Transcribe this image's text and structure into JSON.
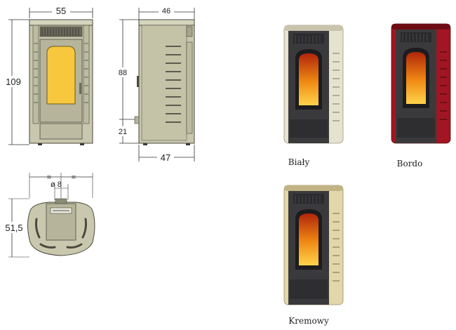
{
  "front_view": {
    "width_label": "55",
    "height_label": "109"
  },
  "side_view": {
    "depth_top_label": "46",
    "height_label": "88",
    "base_height_label": "21",
    "depth_bottom_label": "47"
  },
  "top_view": {
    "depth_label": "51,5",
    "pipe_label": "ø 8",
    "equal_left": "=",
    "equal_right": "="
  },
  "variants": [
    {
      "label": "Biały",
      "body_color": "#e6e2d0",
      "edge_color": "#c9c4ad"
    },
    {
      "label": "Bordo",
      "body_color": "#a11622",
      "edge_color": "#6e0c14"
    },
    {
      "label": "Kremowy",
      "body_color": "#e2d6ab",
      "edge_color": "#c2b385"
    }
  ],
  "colors": {
    "drawing_fill": "#c9c8ae",
    "drawing_stroke": "#4a4a3e",
    "glass": "#f7c73e",
    "dark_panel": "#3a3a3c"
  }
}
